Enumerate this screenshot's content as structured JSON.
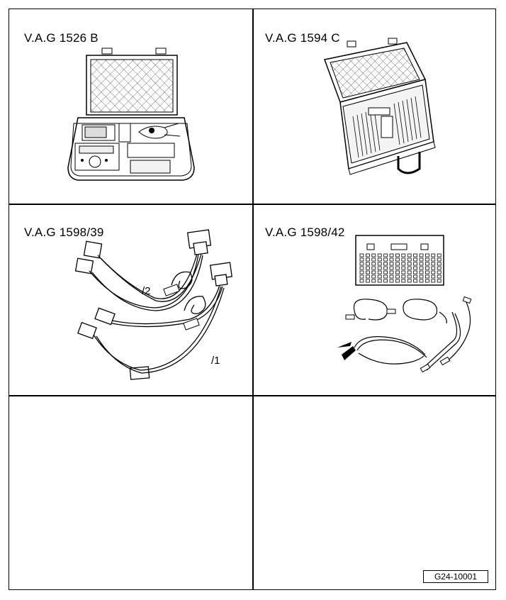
{
  "cells": [
    {
      "label": "V.A.G 1526 B"
    },
    {
      "label": "V.A.G 1594 C"
    },
    {
      "label": "V.A.G 1598/39",
      "callouts": [
        "/2",
        "/1"
      ]
    },
    {
      "label": "V.A.G 1598/42"
    }
  ],
  "figure_id": "G24-10001"
}
